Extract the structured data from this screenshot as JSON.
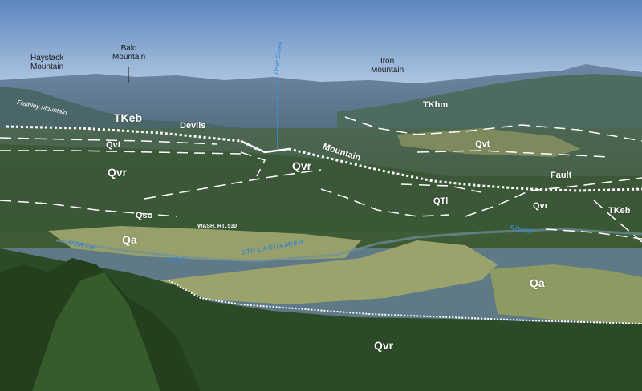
{
  "peaks": {
    "haystack": "Haystack\nMountain",
    "bald": "Bald\nMountain",
    "iron": "Iron\nMountain",
    "frainley": "Frainley Mountain"
  },
  "creek": "Deer Creek",
  "fault": {
    "word1": "Devils",
    "word2": "Mountain",
    "word3": "Fault"
  },
  "units": {
    "tkeb_left": "TKeb",
    "tkeb_right": "TKeb",
    "tkhm": "TKhm",
    "qvt_left": "Qvt",
    "qvt_right": "Qvt",
    "qvr_left": "Qvr",
    "qvr_center": "Qvr",
    "qvr_right": "Qvr",
    "qvr_bottom": "Qvr",
    "qtl": "QTl",
    "qso": "Qso",
    "qa_left": "Qa",
    "qa_right": "Qa"
  },
  "road": "WASH. RT. 530",
  "river": {
    "north": "NORTH",
    "fork": "FORK",
    "name": "STILLAGUAMISH",
    "river": "RIVER"
  },
  "colors": {
    "sky_top": "#6b8fc4",
    "sky_bottom": "#c6d8ea",
    "forest": "#2f4a2c",
    "pasture": "#8f9a5c"
  }
}
